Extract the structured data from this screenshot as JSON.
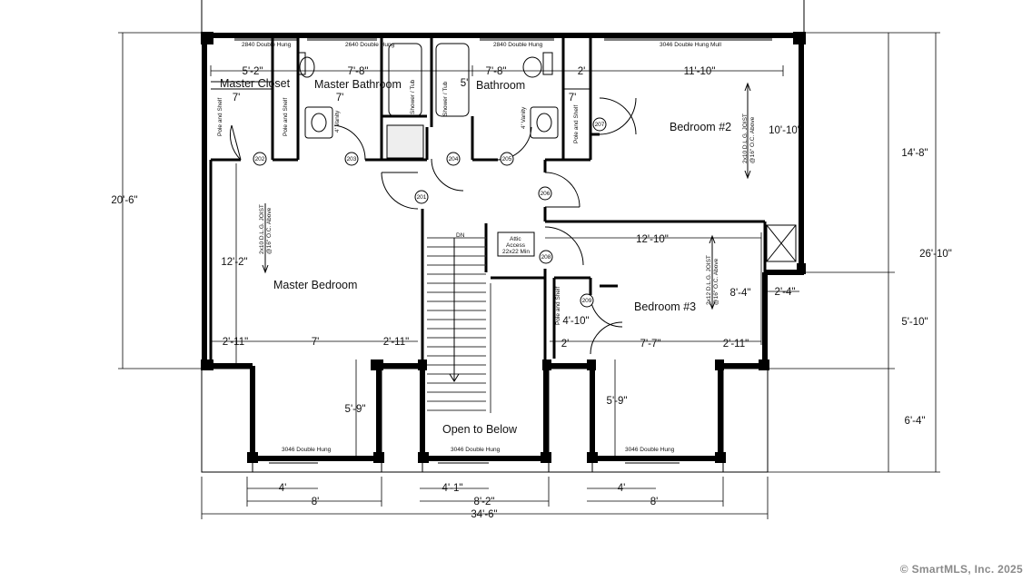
{
  "rooms": {
    "master_closet": "Master Closet",
    "master_bathroom": "Master Bathroom",
    "bathroom": "Bathroom",
    "bedroom2": "Bedroom #2",
    "master_bedroom": "Master Bedroom",
    "bedroom3": "Bedroom #3",
    "open_below": "Open to Below"
  },
  "windows": {
    "w_closet": "2840 Double Hung",
    "w_mbath": "2640 Double Hung",
    "w_bath": "2840 Double Hung",
    "w_bed2": "3046 Double Hung Mull",
    "w_mbed": "3046 Double Hung",
    "w_stair": "3046 Double Hung",
    "w_bed3": "3046 Double Hung"
  },
  "dims": {
    "closet_w": "5'-2\"",
    "mbath_w": "7'-8\"",
    "bath_w": "7'-8\"",
    "two_ft_top": "2'",
    "bed2_w": "11'-10\"",
    "seven_a": "7'",
    "seven_b": "7'",
    "five": "5'",
    "seven_c": "7'",
    "bed2_h": "10'-10\"",
    "right_14_8": "14'-8\"",
    "left_20_6": "20'-6\"",
    "right_26_10": "26'-10\"",
    "mbed_h": "12'-2\"",
    "bed3_w": "12'-10\"",
    "bed3_h": "8'-4\"",
    "two_4": "2'-4\"",
    "four_10": "4'-10\"",
    "right_5_10": "5'-10\"",
    "mb_2_11a": "2'-11\"",
    "mb_7": "7'",
    "mb_2_11b": "2'-11\"",
    "b3_2": "2'",
    "b3_7_7": "7'-7\"",
    "b3_2_11": "2'-11\"",
    "bay1_5_9": "5'-9\"",
    "bay3_5_9": "5'-9\"",
    "right_6_4": "6'-4\"",
    "w1_4": "4'",
    "w2_4_1": "4'-1\"",
    "w3_4": "4'",
    "bay1_8": "8'",
    "bay2_8_2": "8'-2\"",
    "bay3_8": "8'",
    "total_w": "34'-6\""
  },
  "notes": {
    "pole_shelf_1": "Pole and Shelf",
    "pole_shelf_2": "Pole and Shelf",
    "pole_shelf_3": "Pole and Shelf",
    "pole_shelf_4": "Pole and Shelf",
    "vanity_1": "4' Vanity",
    "vanity_2": "4' Vanity",
    "shower_1": "Shower / Tub",
    "shower_2": "Shower / Tub",
    "joist_bed2_a": "2x10 D.L.G. JOIST",
    "joist_bed2_b": "@16\" O.C. Above",
    "joist_mbed_a": "2x10 D.L.G. JOIST",
    "joist_mbed_b": "@16\" O.C. Above",
    "joist_bed3_a": "2x12 D.L.G. JOIST",
    "joist_bed3_b": "@16\" O.C. Above",
    "attic_1": "Attic",
    "attic_2": "Access",
    "attic_3": "22x22 Min",
    "stair_dn": "DN"
  },
  "doors": {
    "d201": "201",
    "d202": "202",
    "d203": "203",
    "d204": "204",
    "d205": "205",
    "d206": "206",
    "d207": "207",
    "d208": "208",
    "d209": "209"
  },
  "watermark": "© SmartMLS, Inc.  2025"
}
